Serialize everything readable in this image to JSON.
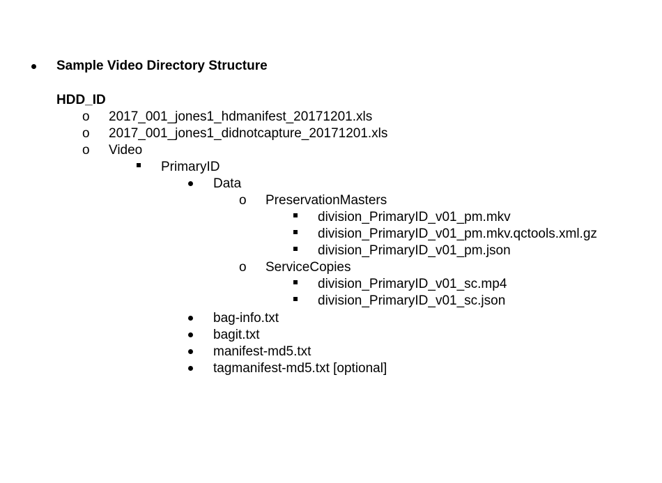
{
  "heading": "Sample Video Directory Structure",
  "root": "HDD_ID",
  "markers": {
    "bullet": "•",
    "circle": "o",
    "square": "▪"
  },
  "items": [
    {
      "text": "2017_001_jones1_hdmanifest_20171201.xls",
      "marker": "circle"
    },
    {
      "text": "2017_001_jones1_didnotcapture_20171201.xls",
      "marker": "circle"
    },
    {
      "text": "Video",
      "marker": "circle"
    },
    {
      "text": "PrimaryID",
      "marker": "square"
    },
    {
      "text": "Data",
      "marker": "bullet"
    },
    {
      "text": "PreservationMasters",
      "marker": "circle"
    },
    {
      "text": "division_PrimaryID_v01_pm.mkv",
      "marker": "square"
    },
    {
      "text": "division_PrimaryID_v01_pm.mkv.qctools.xml.gz",
      "marker": "square"
    },
    {
      "text": "division_PrimaryID_v01_pm.json",
      "marker": "square"
    },
    {
      "text": "ServiceCopies",
      "marker": "circle"
    },
    {
      "text": "division_PrimaryID_v01_sc.mp4",
      "marker": "square"
    },
    {
      "text": "division_PrimaryID_v01_sc.json",
      "marker": "square"
    },
    {
      "text": "bag-info.txt",
      "marker": "bullet"
    },
    {
      "text": "bagit.txt",
      "marker": "bullet"
    },
    {
      "text": "manifest-md5.txt",
      "marker": "bullet"
    },
    {
      "text": "tagmanifest-md5.txt [optional]",
      "marker": "bullet"
    }
  ]
}
